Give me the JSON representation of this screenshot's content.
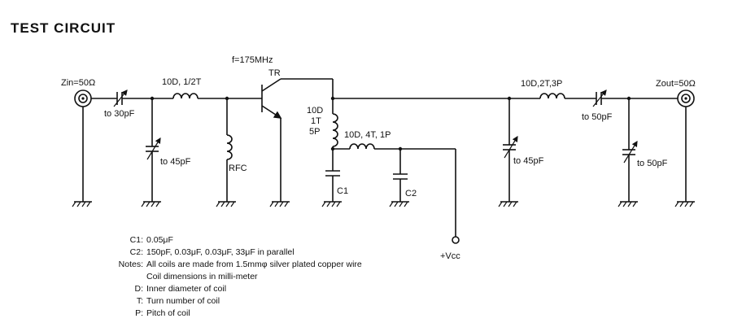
{
  "title": "TEST CIRCUIT",
  "circuit": {
    "zin": "Zin=50Ω",
    "zout": "Zout=50Ω",
    "freq": "f=175MHz",
    "transistor": "TR",
    "rfc": "RFC",
    "input_cap": "to 30pF",
    "input_coil": "10D, 1/2T",
    "shunt_cap_in": "to 45pF",
    "collector_coil": [
      "10D",
      "1T",
      "5P"
    ],
    "vcc_coil": "10D, 4T, 1P",
    "c1_label": "C1",
    "c2_label": "C2",
    "vcc": "+Vcc",
    "shunt_cap_out": "to 45pF",
    "output_coil": "10D,2T,3P",
    "output_cap": "to 50pF",
    "shunt_cap_end": "to 50pF"
  },
  "notes": [
    {
      "key": "C1:",
      "value": "0.05μF"
    },
    {
      "key": "C2:",
      "value": "150pF, 0.03μF, 0.03μF, 33μF in parallel"
    },
    {
      "key": "Notes:",
      "value": "All coils are made from 1.5mmφ silver plated copper wire"
    },
    {
      "key": "",
      "value": "Coil dimensions in milli-meter"
    },
    {
      "key": "D:",
      "value": "Inner diameter of coil"
    },
    {
      "key": "T:",
      "value": "Turn number of coil"
    },
    {
      "key": "P:",
      "value": "Pitch of coil"
    }
  ]
}
